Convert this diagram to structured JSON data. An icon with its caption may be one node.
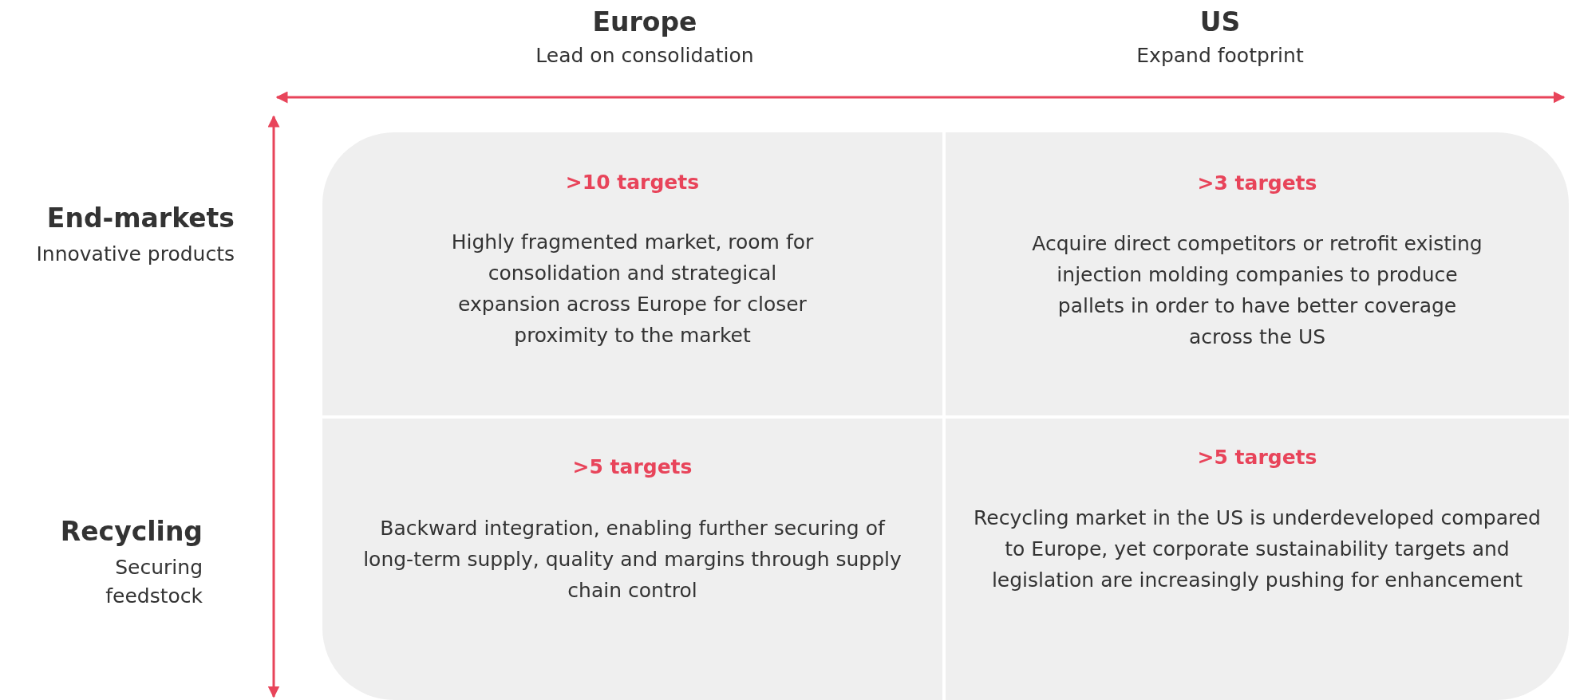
{
  "diagram": {
    "nodes": [
      {
        "text": [
          ">10 targets",
          "Highly fragmented market, room for consolidation and strategical expansion across Europe for closer proximity to the market"
        ]
      },
      {
        "text": [
          ">3 targets",
          "Acquire direct competitors or retrofit existing injection molding companies to produce pallets in order to have better coverage across the US"
        ]
      },
      {
        "text": [
          ">5 targets",
          "Backward integration, enabling further securing of long-term supply, quality and margins through supply chain control"
        ]
      },
      {
        "text": [
          ">5 targets",
          "Recycling market in the US is underdeveloped compared to Europe, yet corporate sustainability targets and legislation are increasingly pushing for enhancement"
        ]
      }
    ],
    "labels": [
      "Europe",
      "Lead on consolidation",
      "US",
      "Expand footprint",
      "End-markets",
      "Innovative products",
      "Recycling",
      "Securing feedstock"
    ]
  }
}
